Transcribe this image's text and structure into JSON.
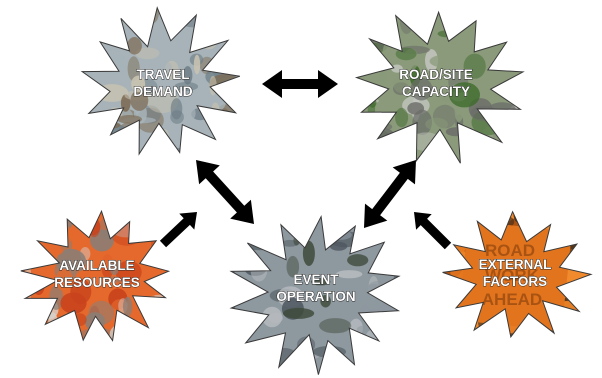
{
  "nodes": {
    "travel_demand": {
      "line1": "TRAVEL",
      "line2": "DEMAND",
      "photo": "crowd-photo",
      "colors": [
        "#6d7d86",
        "#a7b3b8",
        "#7c6a52",
        "#c9c3b0"
      ]
    },
    "road_site_capacity": {
      "line1": "ROAD/SITE",
      "line2": "CAPACITY",
      "photo": "traffic-jam-photo",
      "colors": [
        "#3f6b2c",
        "#8a9a7a",
        "#6b6d69",
        "#c4c6c0"
      ]
    },
    "event_operation": {
      "line1": "EVENT",
      "line2": "OPERATION",
      "photo": "parking-lot-photo",
      "colors": [
        "#4f5860",
        "#8e989f",
        "#3e4a3a",
        "#b7bcc0"
      ]
    },
    "available_resources": {
      "line1": "AVAILABLE",
      "line2": "RESOURCES",
      "photo": "traffic-cones-photo",
      "colors": [
        "#c8421c",
        "#e5692c",
        "#8a7e76",
        "#d8d2cc"
      ]
    },
    "external_factors": {
      "line1": "EXTERNAL",
      "line2": "FACTORS",
      "sign_text": [
        "ROAD",
        "WORK",
        "AHEAD"
      ],
      "photo": "road-work-sign-photo",
      "colors": [
        "#e2741e",
        "#f08a2c",
        "#a44d10",
        "#3a2a1a"
      ]
    }
  },
  "arrow_color": "#000000",
  "arrows": [
    {
      "from": "travel_demand",
      "to": "road_site_capacity",
      "type": "double"
    },
    {
      "from": "travel_demand",
      "to": "event_operation",
      "type": "double"
    },
    {
      "from": "road_site_capacity",
      "to": "event_operation",
      "type": "double"
    },
    {
      "from": "available_resources",
      "to": "travel_demand",
      "type": "single"
    },
    {
      "from": "external_factors",
      "to": "road_site_capacity",
      "type": "single"
    }
  ]
}
